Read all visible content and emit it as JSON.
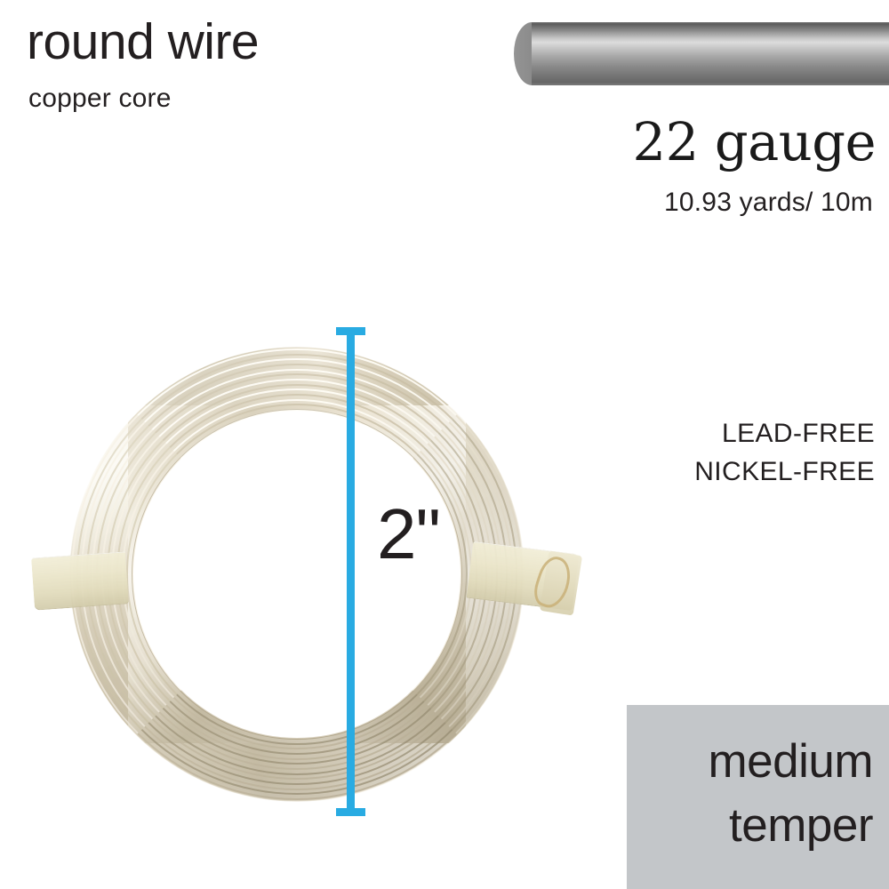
{
  "product": {
    "title": "round wire",
    "subtitle": "copper core",
    "gauge": "22 gauge",
    "length": "10.93 yards/ 10m",
    "claims": [
      "LEAD-FREE",
      "NICKEL-FREE"
    ],
    "temper": [
      "medium",
      "temper"
    ],
    "dimension_value": "2\""
  },
  "colors": {
    "background": "#ffffff",
    "text": "#231f20",
    "dimension_blue": "#29abe2",
    "temper_badge_bg": "#c3c6c9",
    "rod_highlight": "#dcdcdc",
    "rod_shadow": "#5d5d5d",
    "wire_light": "#fbf8f0",
    "wire_dark": "#cdc3aa",
    "tape": "#ebe6cb"
  },
  "graphics": {
    "rod": "metallic-round-wire-rod",
    "coil": "coiled-wire-bundle",
    "tape_left": "cream-tape-band",
    "tape_right": "cream-tape-band",
    "dimension": "vertical-dimension-line"
  }
}
